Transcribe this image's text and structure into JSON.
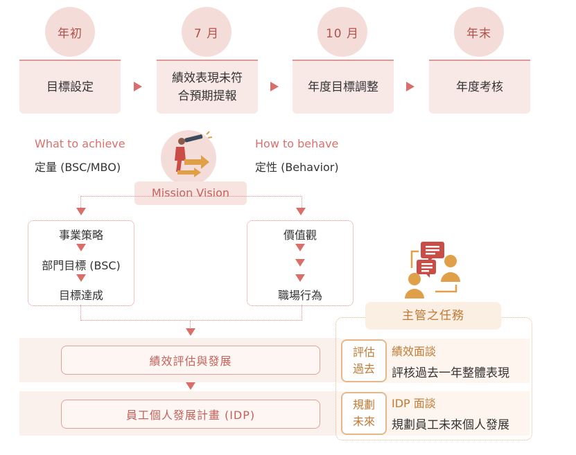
{
  "timeline": [
    {
      "period": "年初",
      "label": "目標設定"
    },
    {
      "period": "7 月",
      "label_lines": [
        "績效表現未符",
        "合預期提報"
      ]
    },
    {
      "period": "10 月",
      "label": "年度目標調整"
    },
    {
      "period": "年末",
      "label": "年度考核"
    }
  ],
  "left_caption": {
    "en": "What to achieve",
    "zh": "定量 (BSC/MBO)"
  },
  "right_caption": {
    "en": "How to behave",
    "zh": "定性 (Behavior)"
  },
  "mission": {
    "label": "Mission Vision",
    "icon": "telescope-person-arrow-icon"
  },
  "left_box": {
    "items": [
      "事業策略",
      "部門目標 (BSC)",
      "目標達成"
    ]
  },
  "right_box": {
    "items": [
      "價值觀",
      "職場行為"
    ]
  },
  "bands": {
    "top": "績效評估與發展",
    "bottom": "員工個人發展計畫 (IDP)"
  },
  "manager": {
    "title": "主管之任務",
    "icon": "meeting-chat-icon",
    "rows": [
      {
        "tag_lines": [
          "評估",
          "過去"
        ],
        "heading": "績效面談",
        "desc": "評核過去一年整體表現"
      },
      {
        "tag_lines": [
          "規劃",
          "未來"
        ],
        "heading": "IDP 面談",
        "desc": "規劃員工未來個人發展"
      }
    ]
  },
  "colors": {
    "accent": "#d96f6a",
    "light_pink": "#f4dcd8",
    "stage_bg": "#f9e9e6",
    "orange": "#e0a04a"
  }
}
